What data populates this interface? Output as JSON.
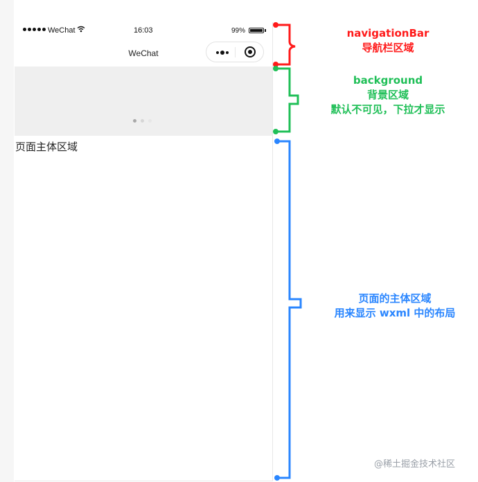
{
  "status_bar": {
    "carrier": "WeChat",
    "time": "16:03",
    "battery": "99%",
    "battery_level": 0.99
  },
  "navigation_bar": {
    "title": "WeChat"
  },
  "main_area": {
    "text": "页面主体区域"
  },
  "annotations": {
    "navigation": {
      "line1": "navigationBar",
      "line2": "导航栏区域",
      "color": "#ff1a1a"
    },
    "background": {
      "line1": "background",
      "line2": "背景区域",
      "line3": "默认不可见，下拉才显示",
      "color": "#1fbf57"
    },
    "main": {
      "line1": "页面的主体区域",
      "line2": "用来显示 wxml 中的布局",
      "color": "#2a86ff"
    }
  },
  "watermark": "@稀土掘金技术社区"
}
